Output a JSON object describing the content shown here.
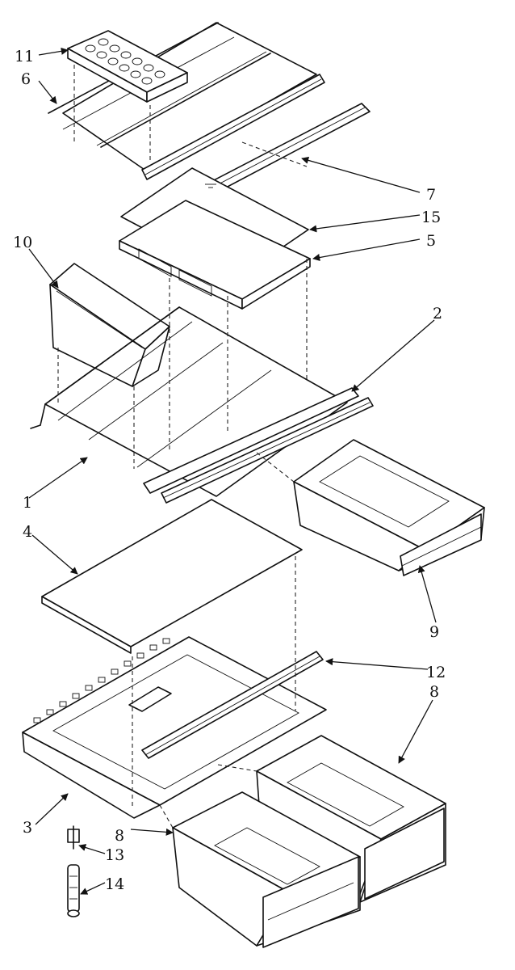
{
  "diagram": {
    "callouts": {
      "c1": "1",
      "c2": "2",
      "c3": "3",
      "c4": "4",
      "c5": "5",
      "c6": "6",
      "c7": "7",
      "c8a": "8",
      "c8b": "8",
      "c9": "9",
      "c10": "10",
      "c11": "11",
      "c12": "12",
      "c13": "13",
      "c14": "14",
      "c15": "15"
    }
  }
}
